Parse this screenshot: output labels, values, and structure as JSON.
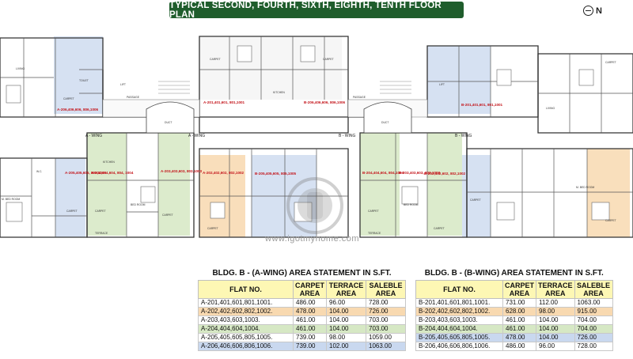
{
  "title": "TYPICAL SECOND, FOURTH, SIXTH, EIGHTH, TENTH FLOOR PLAN",
  "north_label": "N",
  "watermark": "www.igotmyhome.com",
  "plan": {
    "wing_labels": [
      "A - WING",
      "A - WING",
      "B - WING",
      "B - WING"
    ],
    "flat_tags": [
      "A-206,406,606, 806,1006",
      "A-205,405,605, 805,1005",
      "A-204,404,604, 804, 1004",
      "A-203,403,603, 803,1003",
      "A-202,402,602, 802,1002",
      "A-201,401,601, 801,1001",
      "B-205,405,605, 805,1005",
      "B-206,406,606, 806,1006",
      "B-201,401,601, 801,1001",
      "B-202,402,602, 802,1002",
      "B-203,403,603, 803,1003",
      "B-204,404,604, 804,1004"
    ],
    "room_labels": [
      "CARPET",
      "LIVING",
      "KITCHEN",
      "BED ROOM",
      "M. BED ROOM",
      "TERRACE",
      "DUCT",
      "LIFT",
      "PASSAGE",
      "TOILET",
      "W.C."
    ]
  },
  "tables": [
    {
      "title": "BLDG. B - (A-WING) AREA STATEMENT IN S.FT.",
      "headers": [
        "FLAT NO.",
        "CARPET AREA",
        "TERRACE AREA",
        "SALEBLE AREA"
      ],
      "rows": [
        {
          "flat": "A-201,401,601,801,1001.",
          "carpet": "486.00",
          "terrace": "96.00",
          "saleble": "728.00",
          "color": "#ffffff"
        },
        {
          "flat": "A-202,402,602,802,1002.",
          "carpet": "478.00",
          "terrace": "104.00",
          "saleble": "726.00",
          "color": "#f8d9b0"
        },
        {
          "flat": "A-203,403,603,1003.",
          "carpet": "461.00",
          "terrace": "104.00",
          "saleble": "703.00",
          "color": "#ffffff"
        },
        {
          "flat": "A-204,404,604,1004.",
          "carpet": "461.00",
          "terrace": "104.00",
          "saleble": "703.00",
          "color": "#d6e8c4"
        },
        {
          "flat": "A-205,405,605,805,1005.",
          "carpet": "739.00",
          "terrace": "98.00",
          "saleble": "1059.00",
          "color": "#ffffff"
        },
        {
          "flat": "A-206,406,606,806,1006.",
          "carpet": "739.00",
          "terrace": "102.00",
          "saleble": "1063.00",
          "color": "#c9d8ef"
        }
      ]
    },
    {
      "title": "BLDG. B - (B-WING) AREA STATEMENT IN S.FT.",
      "headers": [
        "FLAT NO.",
        "CARPET AREA",
        "TERRACE AREA",
        "SALEBLE AREA"
      ],
      "rows": [
        {
          "flat": "B-201,401,601,801,1001.",
          "carpet": "731.00",
          "terrace": "112.00",
          "saleble": "1063.00",
          "color": "#ffffff"
        },
        {
          "flat": "B-202,402,602,802,1002.",
          "carpet": "628.00",
          "terrace": "98.00",
          "saleble": "915.00",
          "color": "#f8d9b0"
        },
        {
          "flat": "B-203,403,603,1003.",
          "carpet": "461.00",
          "terrace": "104.00",
          "saleble": "704.00",
          "color": "#ffffff"
        },
        {
          "flat": "B-204,404,604,1004.",
          "carpet": "461.00",
          "terrace": "104.00",
          "saleble": "704.00",
          "color": "#d6e8c4"
        },
        {
          "flat": "B-205,405,605,805,1005.",
          "carpet": "478.00",
          "terrace": "104.00",
          "saleble": "726.00",
          "color": "#c9d8ef"
        },
        {
          "flat": "B-206,406,606,806,1006.",
          "carpet": "486.00",
          "terrace": "96.00",
          "saleble": "728.00",
          "color": "#ffffff"
        }
      ]
    }
  ]
}
